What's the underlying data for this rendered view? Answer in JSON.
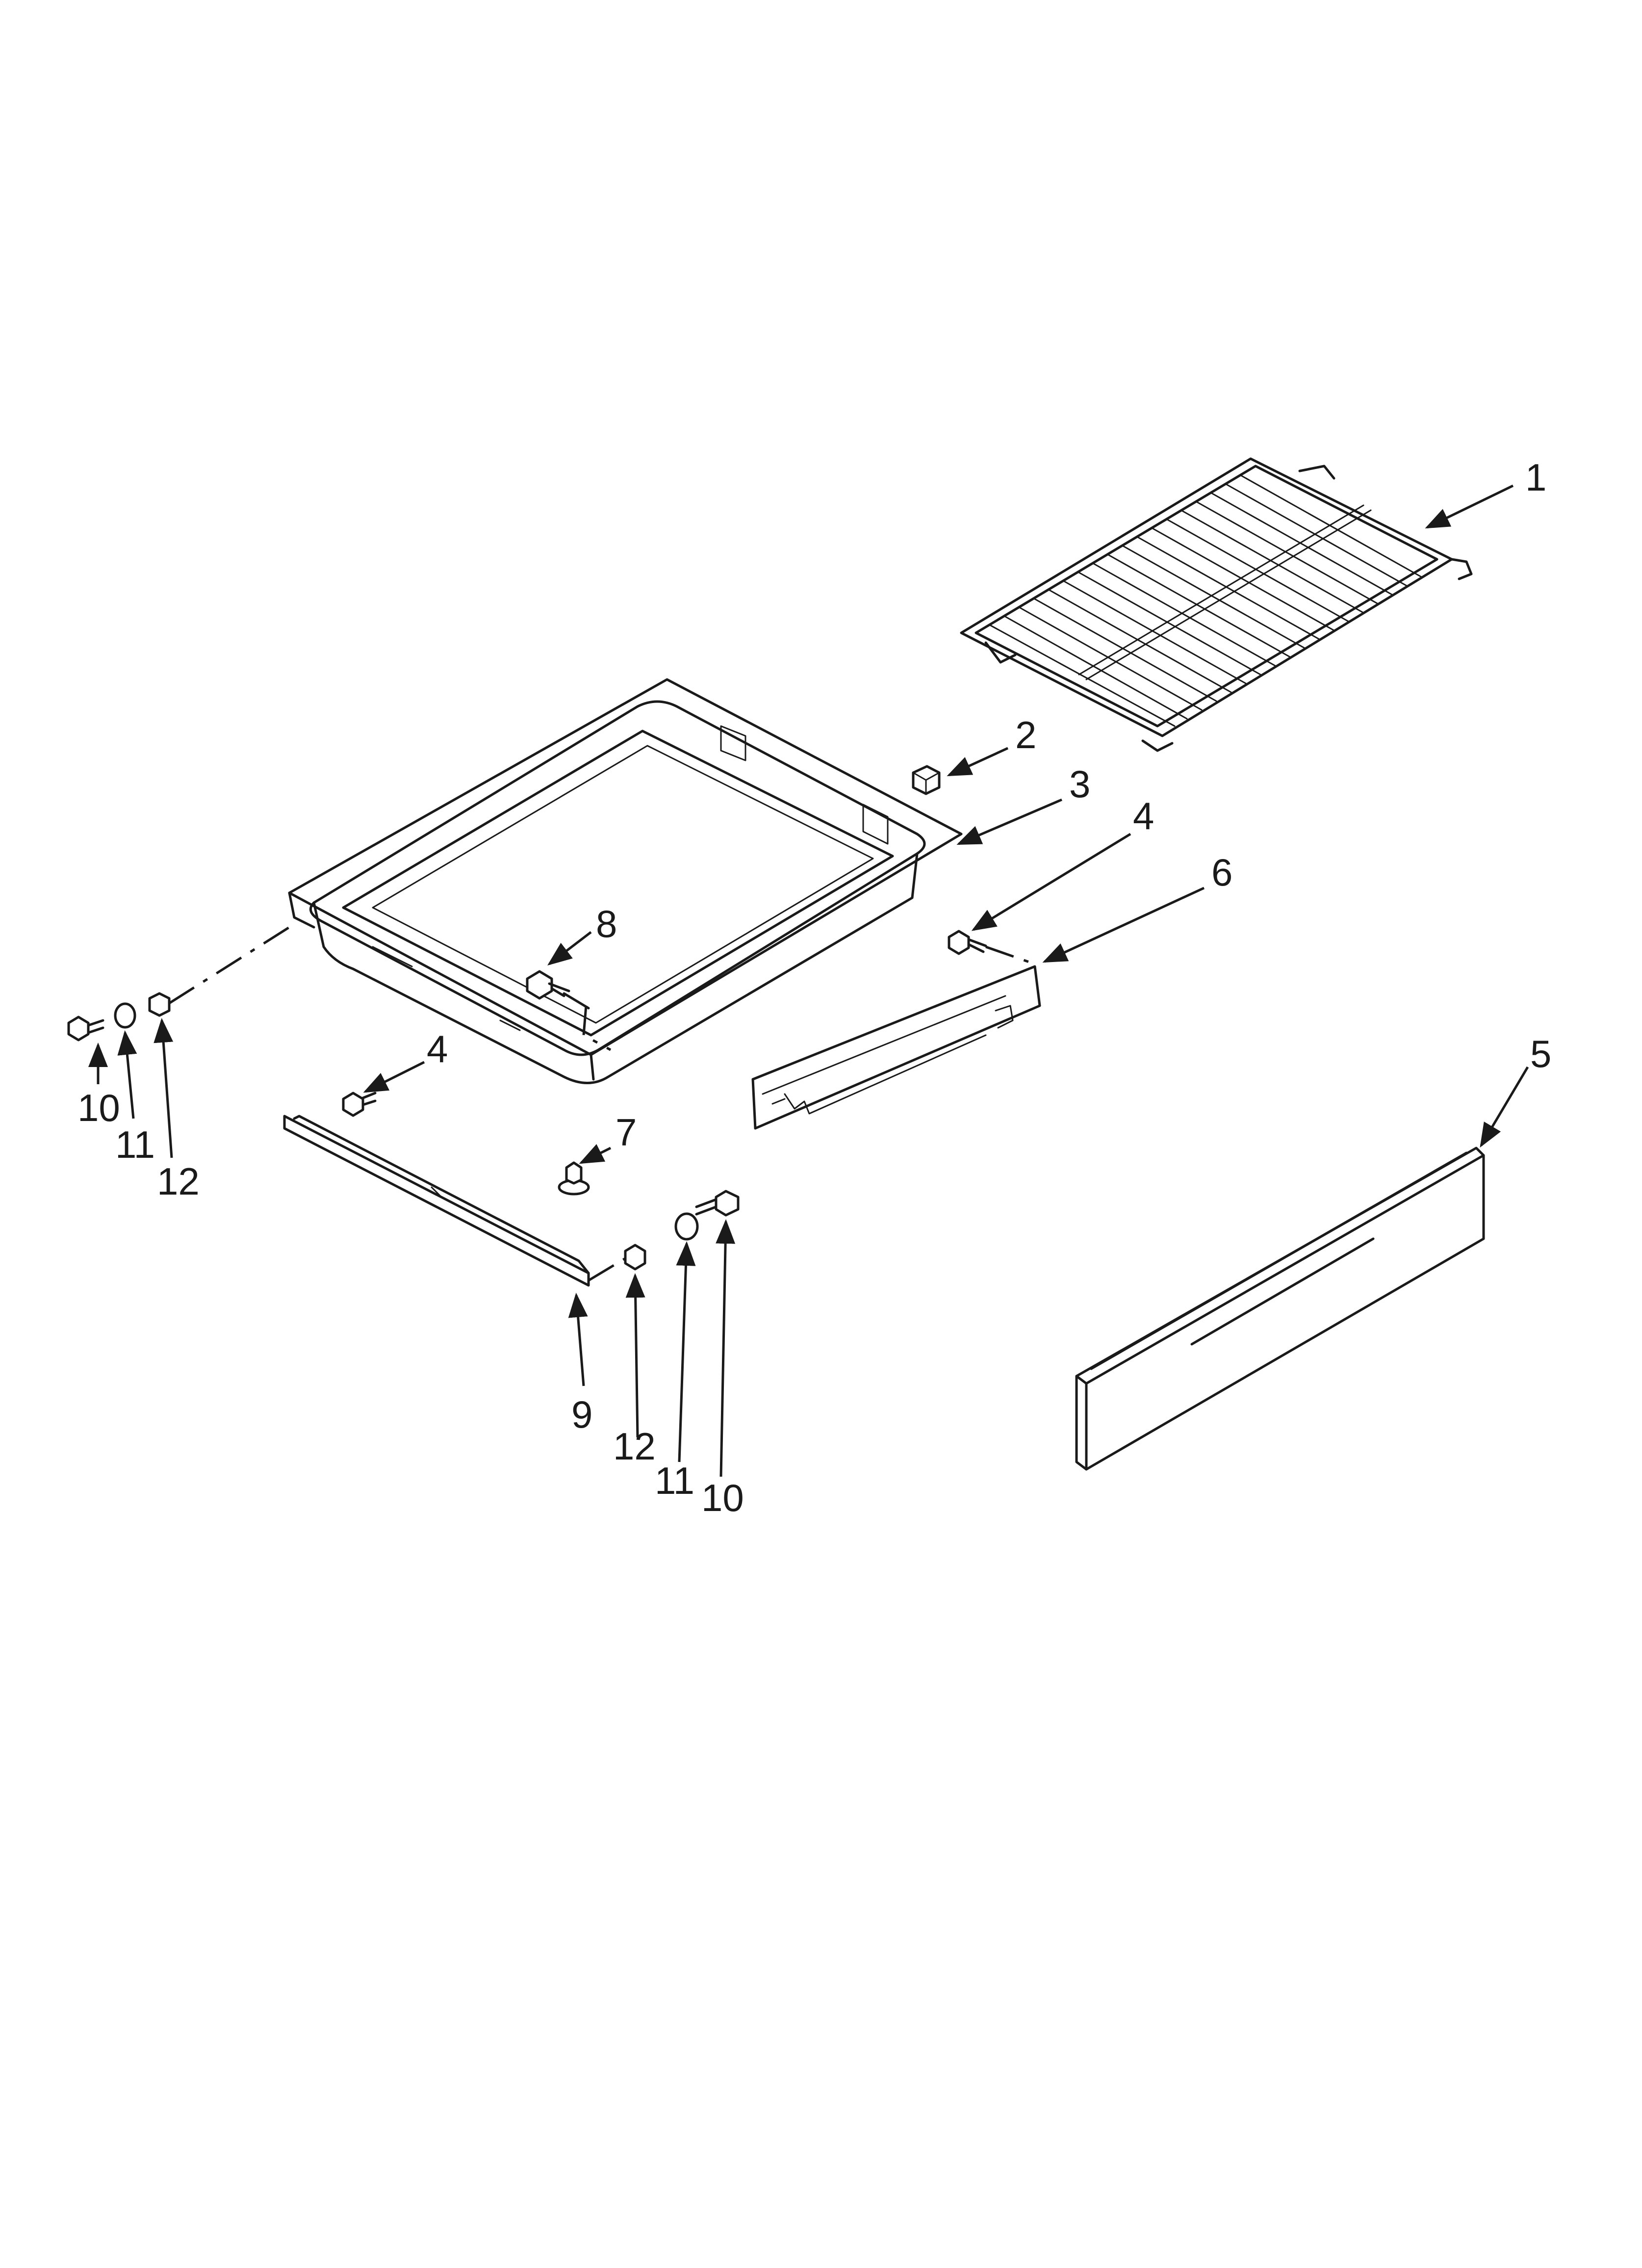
{
  "diagram": {
    "callouts": [
      {
        "id": "c1",
        "text": "1"
      },
      {
        "id": "c2",
        "text": "2"
      },
      {
        "id": "c3",
        "text": "3"
      },
      {
        "id": "c4a",
        "text": "4"
      },
      {
        "id": "c4b",
        "text": "4"
      },
      {
        "id": "c5",
        "text": "5"
      },
      {
        "id": "c6",
        "text": "6"
      },
      {
        "id": "c7",
        "text": "7"
      },
      {
        "id": "c8",
        "text": "8"
      },
      {
        "id": "c9",
        "text": "9"
      },
      {
        "id": "c10a",
        "text": "10"
      },
      {
        "id": "c11a",
        "text": "11"
      },
      {
        "id": "c12a",
        "text": "12"
      },
      {
        "id": "c10b",
        "text": "10"
      },
      {
        "id": "c11b",
        "text": "11"
      },
      {
        "id": "c12b",
        "text": "12"
      }
    ]
  }
}
